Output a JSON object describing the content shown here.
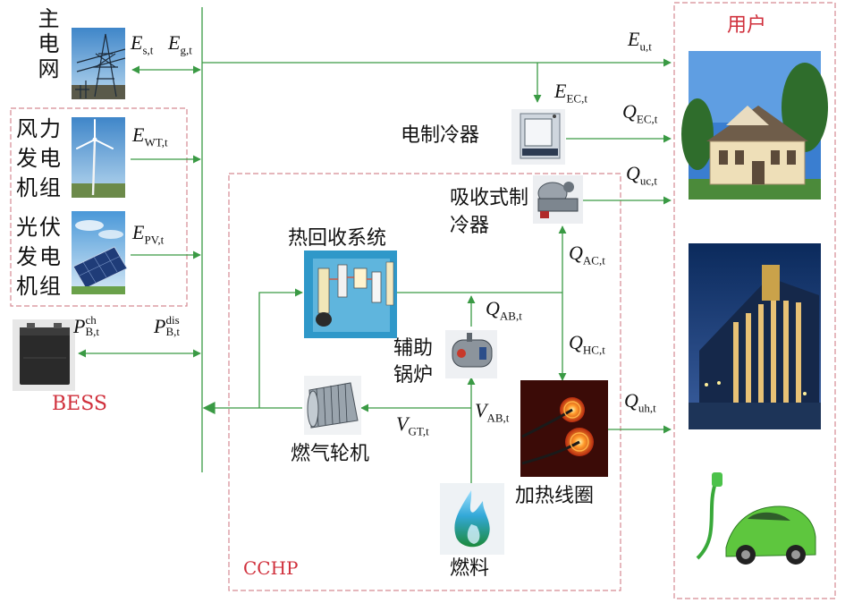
{
  "title": "",
  "colors": {
    "line": "#3a9a44",
    "dash": "#d58a92",
    "label_red": "#d0303c"
  },
  "left": {
    "grid_label": "主电网",
    "wind_label": "风力发电机组",
    "pv_label": "光伏发电机组",
    "bess_label": "BESS"
  },
  "right": {
    "users_label": "用户"
  },
  "cchp": {
    "box_label": "CCHP",
    "heat_recovery": "热回收系统",
    "gas_turbine": "燃气轮机",
    "aux_boiler": "辅助锅炉",
    "absorption_chiller": "吸收式制冷器",
    "heating_coil": "加热线圈",
    "fuel": "燃料"
  },
  "electric_chiller": "电制冷器",
  "vars": {
    "Es": {
      "main": "E",
      "sub": "s,t"
    },
    "Eg": {
      "main": "E",
      "sub": "g,t"
    },
    "Eu": {
      "main": "E",
      "sub": "u,t"
    },
    "EEC": {
      "main": "E",
      "sub": "EC,t"
    },
    "QEC": {
      "main": "Q",
      "sub": "EC,t"
    },
    "EWT": {
      "main": "E",
      "sub": "WT,t"
    },
    "Quc": {
      "main": "Q",
      "sub": "uc,t"
    },
    "EPV": {
      "main": "E",
      "sub": "PV,t"
    },
    "QAC": {
      "main": "Q",
      "sub": "AC,t"
    },
    "QAB": {
      "main": "Q",
      "sub": "AB,t"
    },
    "PBch": {
      "main": "P",
      "sup": "ch",
      "sub": "B,t"
    },
    "PBdis": {
      "main": "P",
      "sup": "dis",
      "sub": "B,t"
    },
    "QHC": {
      "main": "Q",
      "sub": "HC,t"
    },
    "VAB": {
      "main": "V",
      "sub": "AB,t"
    },
    "Quh": {
      "main": "Q",
      "sub": "uh,t"
    },
    "VGT": {
      "main": "V",
      "sub": "GT,t"
    }
  },
  "icons": [
    "power-tower-icon",
    "wind-turbine-icon",
    "solar-panel-icon",
    "battery-icon",
    "heat-recovery-icon",
    "gas-turbine-icon",
    "boiler-icon",
    "absorption-chiller-icon",
    "electric-chiller-icon",
    "heating-coil-icon",
    "flame-icon",
    "house-icon",
    "shopping-mall-icon",
    "electric-car-icon"
  ]
}
